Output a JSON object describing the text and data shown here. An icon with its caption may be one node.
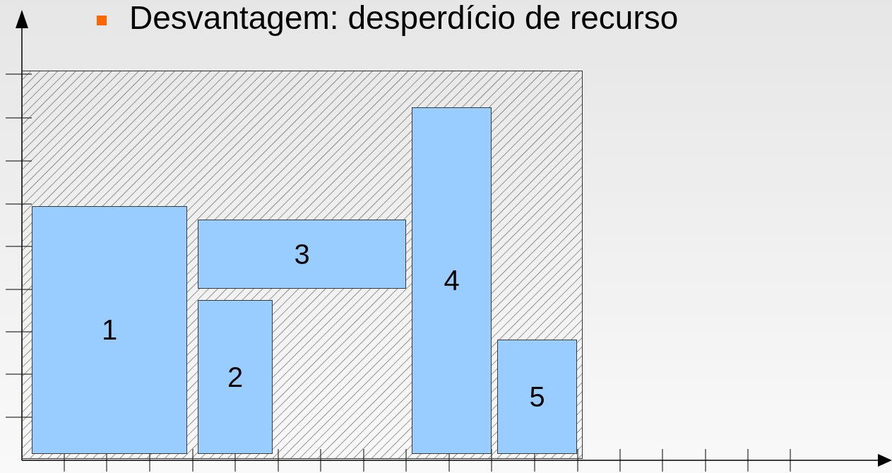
{
  "diagram": {
    "nodes": [
      {
        "text": [],
        "shape": "box"
      },
      {
        "text": [
          "1"
        ],
        "in": 0
      },
      {
        "text": [
          "2"
        ],
        "in": 0
      },
      {
        "text": [
          "3"
        ],
        "in": 0
      },
      {
        "text": [
          "4"
        ],
        "in": 0
      },
      {
        "text": [
          "5"
        ],
        "in": 0
      }
    ],
    "labels": [
      "Desvantagem: desperdício de recurso"
    ]
  }
}
